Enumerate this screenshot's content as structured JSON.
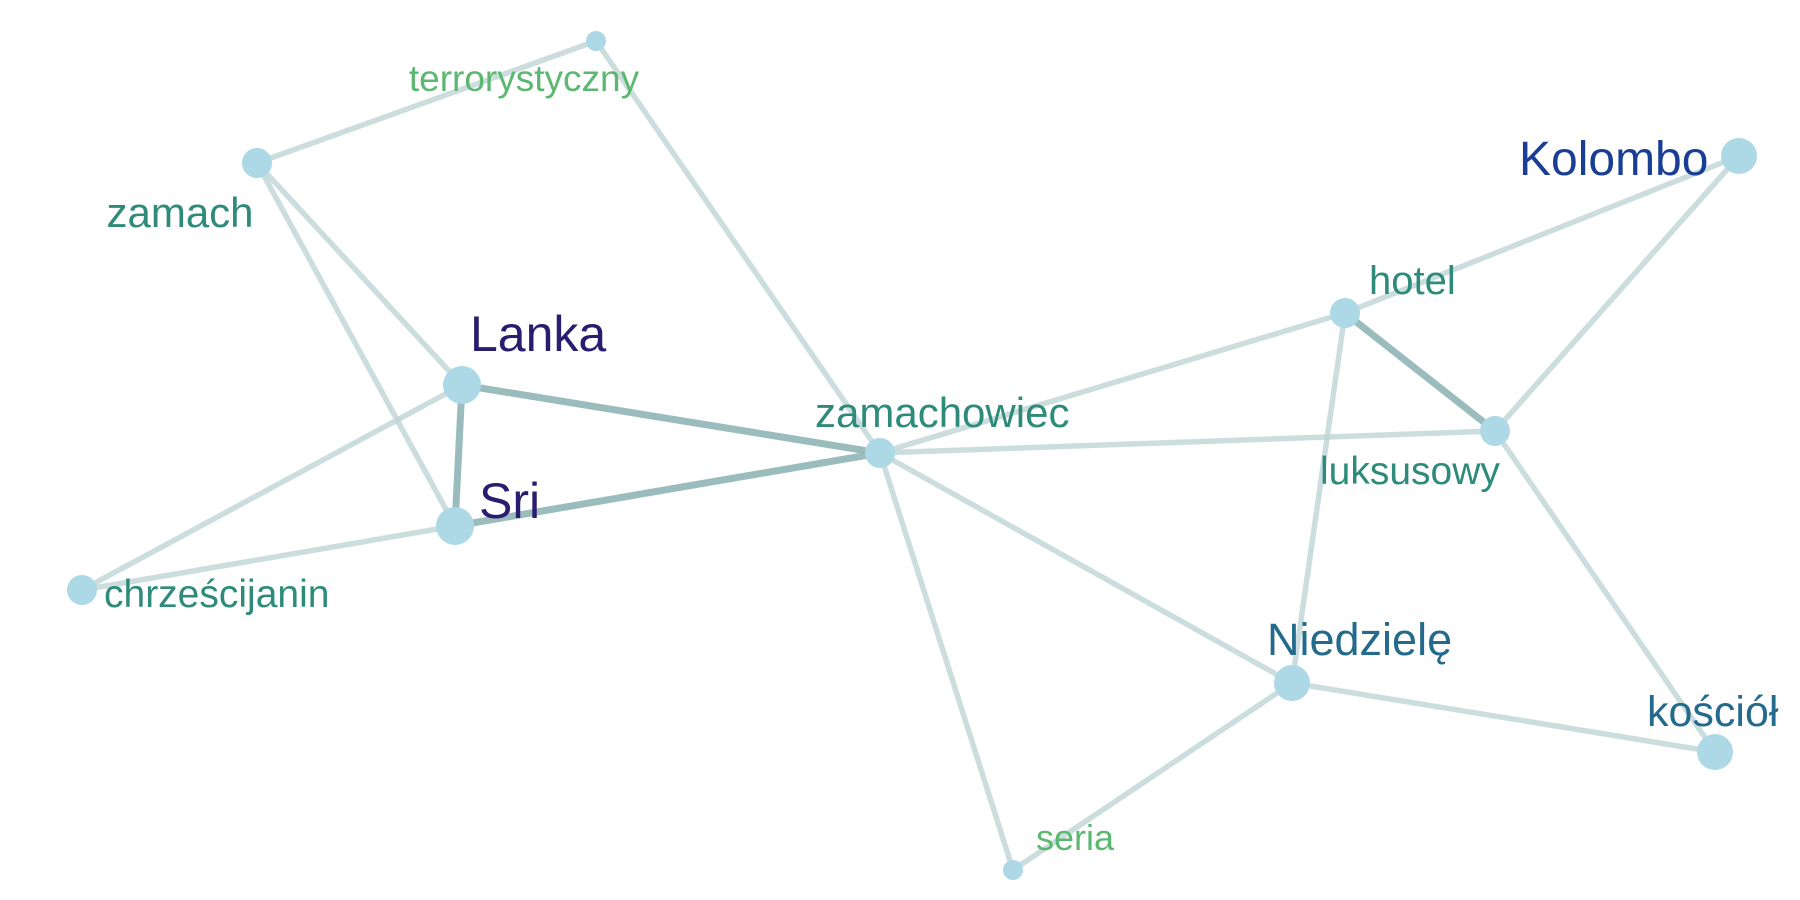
{
  "colors": {
    "node": "#add8e6",
    "edge": "#9dbfbf"
  },
  "nodes": [
    {
      "id": "terrorystyczny",
      "label": "terrorystyczny",
      "color": "#5cb870",
      "weight": 1
    },
    {
      "id": "zamach",
      "label": "zamach",
      "color": "#2e8b7a",
      "weight": 2
    },
    {
      "id": "Lanka",
      "label": "Lanka",
      "color": "#2a1c6e",
      "weight": 4
    },
    {
      "id": "Sri",
      "label": "Sri",
      "color": "#2a1c6e",
      "weight": 4
    },
    {
      "id": "chrzescijanin",
      "label": "chrześcijanin",
      "color": "#2e8b7a",
      "weight": 2
    },
    {
      "id": "zamachowiec",
      "label": "zamachowiec",
      "color": "#2e8b7a",
      "weight": 2
    },
    {
      "id": "hotel",
      "label": "hotel",
      "color": "#2e8b7a",
      "weight": 2
    },
    {
      "id": "Kolombo",
      "label": "Kolombo",
      "color": "#1a3e96",
      "weight": 3
    },
    {
      "id": "luksusowy",
      "label": "luksusowy",
      "color": "#2e8b7a",
      "weight": 2
    },
    {
      "id": "Niedziele",
      "label": "Niedzielę",
      "color": "#236a8c",
      "weight": 3
    },
    {
      "id": "kosciol",
      "label": "kościół",
      "color": "#236a8c",
      "weight": 3
    },
    {
      "id": "seria",
      "label": "seria",
      "color": "#5cb870",
      "weight": 1
    }
  ],
  "edges": [
    {
      "source": "terrorystyczny",
      "target": "zamach",
      "weight": 1
    },
    {
      "source": "terrorystyczny",
      "target": "zamachowiec",
      "weight": 1
    },
    {
      "source": "zamach",
      "target": "Lanka",
      "weight": 1
    },
    {
      "source": "zamach",
      "target": "Sri",
      "weight": 1
    },
    {
      "source": "Lanka",
      "target": "Sri",
      "weight": 3
    },
    {
      "source": "Lanka",
      "target": "zamachowiec",
      "weight": 3
    },
    {
      "source": "Sri",
      "target": "zamachowiec",
      "weight": 3
    },
    {
      "source": "Lanka",
      "target": "chrzescijanin",
      "weight": 1
    },
    {
      "source": "Sri",
      "target": "chrzescijanin",
      "weight": 1
    },
    {
      "source": "zamachowiec",
      "target": "hotel",
      "weight": 1
    },
    {
      "source": "zamachowiec",
      "target": "luksusowy",
      "weight": 1
    },
    {
      "source": "zamachowiec",
      "target": "Niedziele",
      "weight": 1
    },
    {
      "source": "zamachowiec",
      "target": "seria",
      "weight": 1
    },
    {
      "source": "hotel",
      "target": "Kolombo",
      "weight": 1
    },
    {
      "source": "hotel",
      "target": "luksusowy",
      "weight": 3
    },
    {
      "source": "hotel",
      "target": "Niedziele",
      "weight": 1
    },
    {
      "source": "Kolombo",
      "target": "luksusowy",
      "weight": 1
    },
    {
      "source": "luksusowy",
      "target": "kosciol",
      "weight": 1
    },
    {
      "source": "Niedziele",
      "target": "kosciol",
      "weight": 1
    },
    {
      "source": "Niedziele",
      "target": "seria",
      "weight": 1
    }
  ]
}
